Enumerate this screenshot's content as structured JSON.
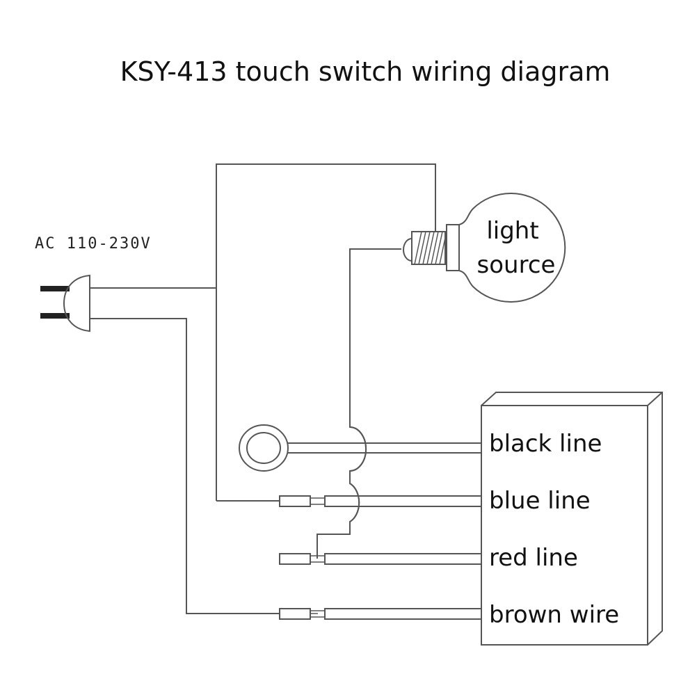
{
  "title": "KSY-413 touch switch wiring diagram",
  "power": {
    "label": "AC 110-230V",
    "icon": "ac-plug-icon"
  },
  "lamp": {
    "label_line1": "light",
    "label_line2": "source",
    "icon": "light-bulb-icon"
  },
  "touch_pad": {
    "icon": "touch-pad-ring-icon"
  },
  "module": {
    "icon": "switch-module-box",
    "wires": [
      {
        "label": "black line"
      },
      {
        "label": "blue line"
      },
      {
        "label": "red line"
      },
      {
        "label": "brown wire"
      }
    ]
  },
  "colors": {
    "line": "#555555",
    "text": "#111111",
    "plug_pins": "#222222"
  }
}
